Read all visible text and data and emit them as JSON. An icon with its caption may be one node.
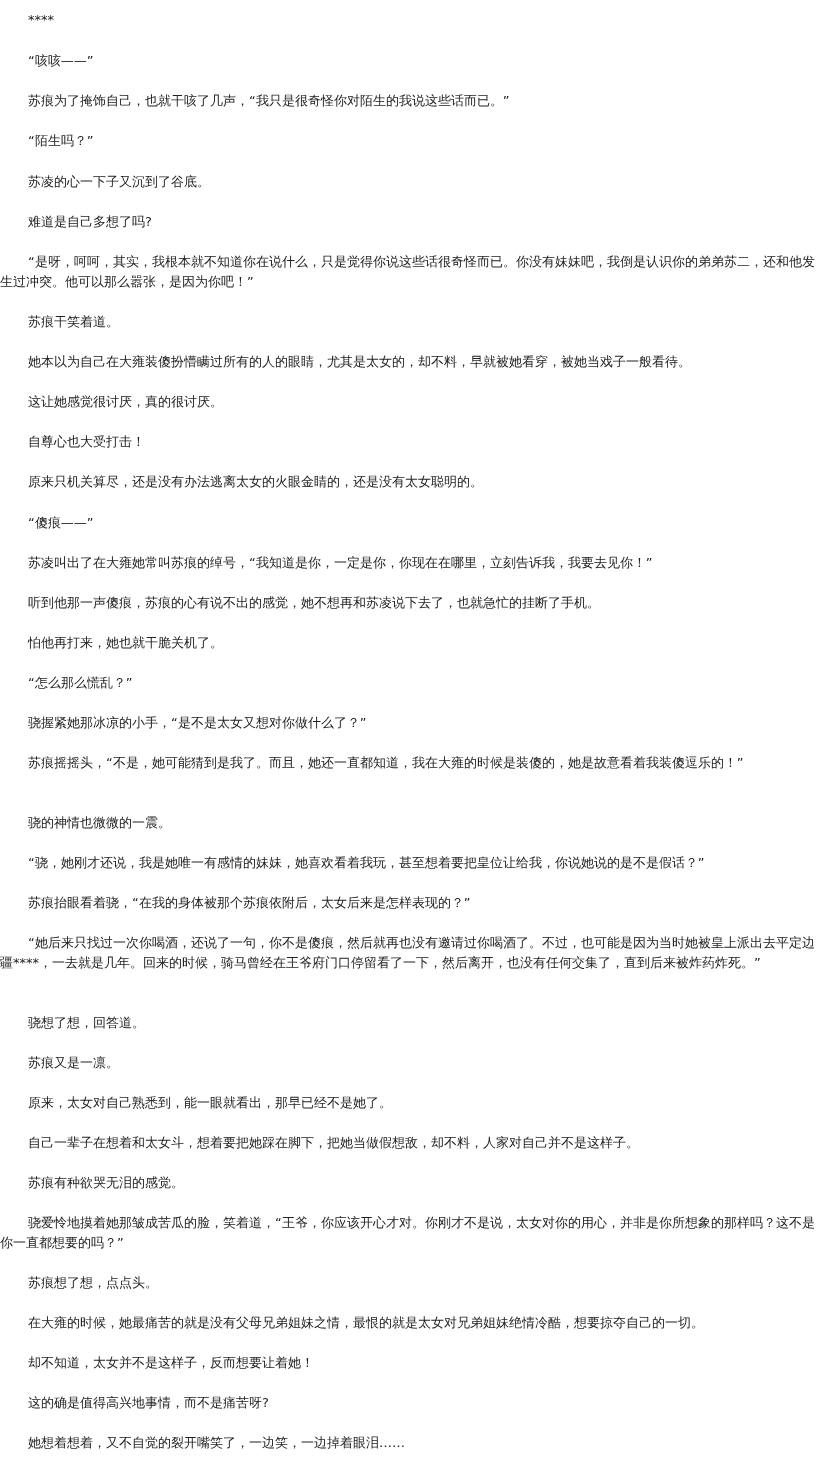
{
  "diagram": {
    "labels": [
      "****",
      "“咳咳——”",
      "苏痕为了掩饰自己，也就干咳了几声，“我只是很奇怪你对陌生的我说这些话而已。”",
      "“陌生吗？”",
      "苏凌的心一下子又沉到了谷底。",
      "难道是自己多想了吗?",
      "“是呀，呵呵，其实，我根本就不知道你在说什么，只是觉得你说这些话很奇怪而已。你没有妹妹吧，我倒是认识你的弟弟苏二，还和他发生过冲突。他可以那么嚣张，是因为你吧！”",
      "苏痕干笑着道。",
      "她本以为自己在大雍装傻扮懵瞒过所有的人的眼睛，尤其是太女的，却不料，早就被她看穿，被她当戏子一般看待。",
      "这让她感觉很讨厌，真的很讨厌。",
      "自尊心也大受打击！",
      "原来只机关算尽，还是没有办法逃离太女的火眼金睛的，还是没有太女聪明的。",
      "“傻痕——”",
      "苏凌叫出了在大雍她常叫苏痕的绰号，“我知道是你，一定是你，你现在在哪里，立刻告诉我，我要去见你！”",
      "听到他那一声傻痕，苏痕的心有说不出的感觉，她不想再和苏凌说下去了，也就急忙的挂断了手机。",
      "怕他再打来，她也就干脆关机了。",
      "“怎么那么慌乱？”",
      "骁握紧她那冰凉的小手，“是不是太女又想对你做什么了？”",
      "苏痕摇摇头，“不是，她可能猜到是我了。而且，她还一直都知道，我在大雍的时候是装傻的，她是故意看着我装傻逗乐的！”",
      "骁的神情也微微的一震。",
      "“骁，她刚才还说，我是她唯一有感情的妹妹，她喜欢看着我玩，甚至想着要把皇位让给我，你说她说的是不是假话？”",
      "苏痕抬眼看着骁，“在我的身体被那个苏痕依附后，太女后来是怎样表现的？”",
      "“她后来只找过一次你喝酒，还说了一句，你不是傻痕，然后就再也没有邀请过你喝酒了。不过，也可能是因为当时她被皇上派出去平定边疆****，一去就是几年。回来的时候，骑马曾经在王爷府门口停留看了一下，然后离开，也没有任何交集了，直到后来被炸药炸死。”",
      "骁想了想，回答道。",
      "苏痕又是一凛。",
      "原来，太女对自己熟悉到，能一眼就看出，那早已经不是她了。",
      "自己一辈子在想着和太女斗，想着要把她踩在脚下，把她当做假想敌，却不料，人家对自己并不是这样子。",
      "苏痕有种欲哭无泪的感觉。",
      "骁爱怜地摸着她那皱成苦瓜的脸，笑着道，“王爷，你应该开心才对。你刚才不是说，太女对你的用心，并非是你所想象的那样吗？这不是你一直都想要的吗？”",
      "苏痕想了想，点点头。",
      "在大雍的时候，她最痛苦的就是没有父母兄弟姐妹之情，最恨的就是太女对兄弟姐妹绝情冷酷，想要掠夺自己的一切。",
      "却不知道，太女并不是这样子，反而想要让着她！",
      "这的确是值得高兴地事情，而不是痛苦呀?",
      "她想着想着，又不自觉的裂开嘴笑了，一边笑，一边掉着眼泪……"
    ]
  }
}
